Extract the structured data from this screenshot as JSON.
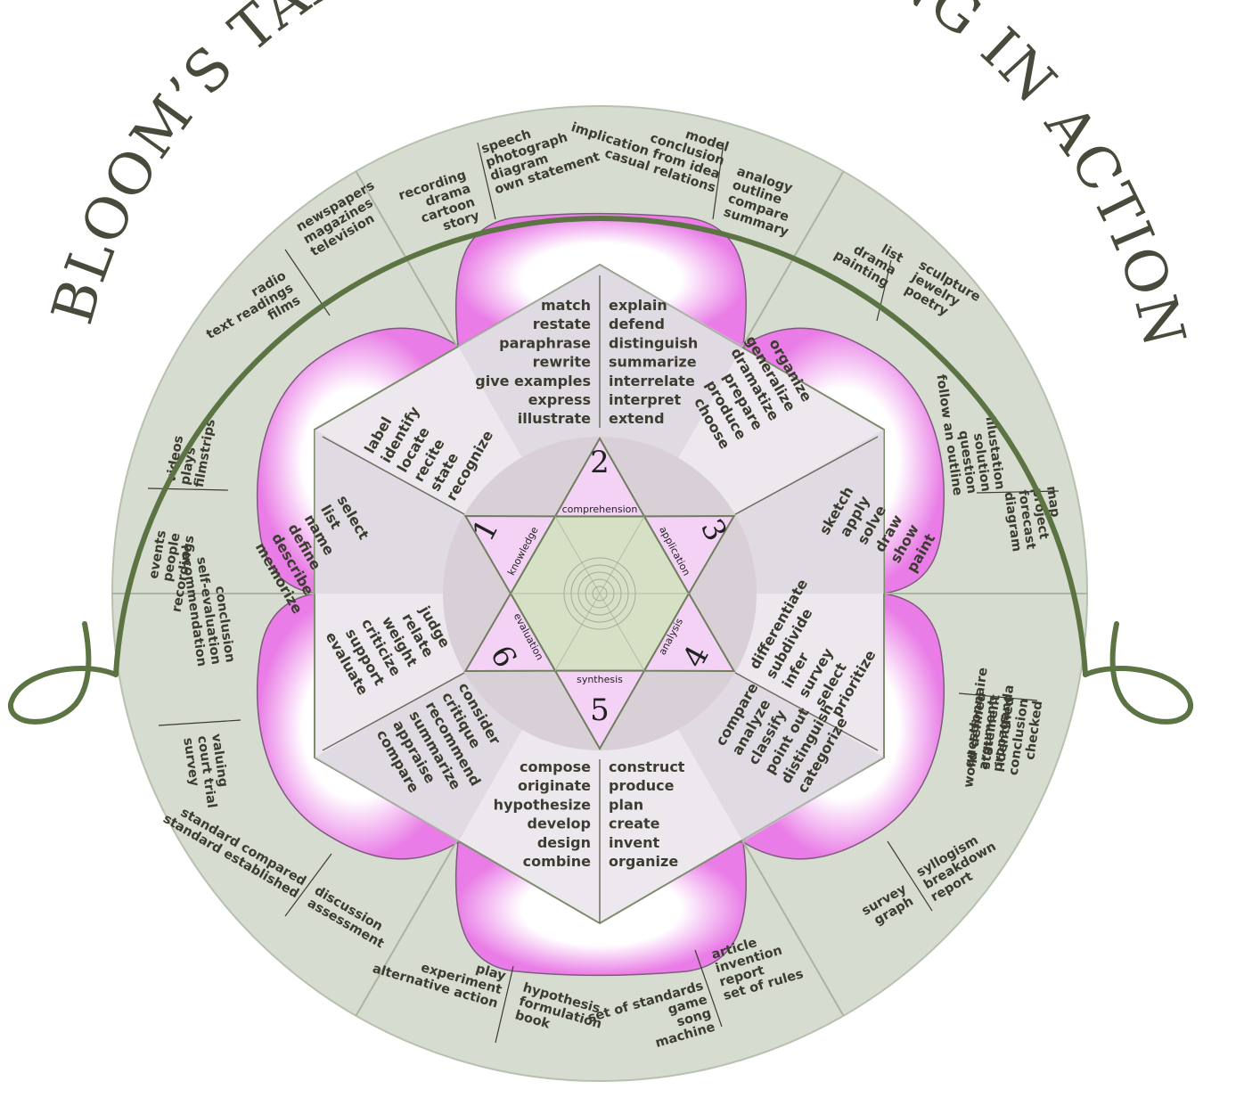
{
  "title": "BLOOM’S TAXONOMY - LEARNING IN ACTION",
  "colors": {
    "outer_disc": "#d6dcd0",
    "ring_line": "#5c7444",
    "petal": "#e97ce6",
    "hexagon": "#ede7ee",
    "center_circle": "#d8d0d6",
    "inner_hexagon": "#d6e0c4",
    "triangle": "#f3d2f6",
    "title": "#4a4a3c"
  },
  "levels": [
    {
      "number": "1",
      "name": "knowledge"
    },
    {
      "number": "2",
      "name": "comprehension"
    },
    {
      "number": "3",
      "name": "application"
    },
    {
      "number": "4",
      "name": "analysis"
    },
    {
      "number": "5",
      "name": "synthesis"
    },
    {
      "number": "6",
      "name": "evaluation"
    }
  ],
  "verbs": {
    "comprehension": {
      "left": [
        "match",
        "restate",
        "paraphrase",
        "rewrite",
        "give examples",
        "express",
        "illustrate"
      ],
      "right": [
        "explain",
        "defend",
        "distinguish",
        "summarize",
        "interrelate",
        "interpret",
        "extend"
      ]
    },
    "synthesis": {
      "left": [
        "compose",
        "originate",
        "hypothesize",
        "develop",
        "design",
        "combine"
      ],
      "right": [
        "construct",
        "produce",
        "plan",
        "create",
        "invent",
        "organize"
      ]
    },
    "knowledge": {
      "group1": [
        "label",
        "identify",
        "locate",
        "recite",
        "state",
        "recognize"
      ],
      "group2": [
        "select",
        "list",
        "name",
        "define",
        "describe",
        "memorize"
      ]
    },
    "application": {
      "group1": [
        "organize",
        "generalize",
        "dramatize",
        "prepare",
        "produce",
        "choose"
      ],
      "group2": [
        "sketch",
        "apply",
        "solve",
        "draw",
        "show",
        "paint"
      ]
    },
    "analysis": {
      "group1": [
        "differentiate",
        "subdivide",
        "infer",
        "survey",
        "select",
        "prioritize"
      ],
      "group2": [
        "compare",
        "analyze",
        "classify",
        "point out",
        "distinguish",
        "categorize"
      ]
    },
    "evaluation": {
      "group1": [
        "judge",
        "relate",
        "weight",
        "criticize",
        "support",
        "evaluate"
      ],
      "group2": [
        "consider",
        "critique",
        "recommend",
        "summarize",
        "appraise",
        "compare"
      ]
    }
  },
  "products": {
    "top_left": {
      "left": [
        "recording",
        "drama",
        "cartoon",
        "story"
      ],
      "right": [
        "speech",
        "photograph",
        "diagram",
        "own statement"
      ]
    },
    "top_right": {
      "left": [
        "model",
        "conclusion",
        "implication from idea",
        "casual relations"
      ],
      "right": [
        "analogy",
        "outline",
        "compare",
        "summary"
      ]
    },
    "upper_left_a": {
      "left": [
        "radio",
        "text readings",
        "films"
      ],
      "right": [
        "newspapers",
        "magazines",
        "television"
      ]
    },
    "upper_left_b": {
      "left": [
        "events",
        "people",
        "recordings"
      ],
      "right": [
        "videos",
        "plays",
        "filmstrips"
      ]
    },
    "upper_right_a": {
      "left": [
        "list",
        "drama",
        "painting"
      ],
      "right": [
        "sculpture",
        "jewelry",
        "poetry"
      ]
    },
    "upper_right_b": {
      "left": [
        "illustation",
        "solution",
        "question",
        "follow an outline"
      ],
      "right": [
        "map",
        "project",
        "forecast",
        "diagram"
      ]
    },
    "lower_right_a": {
      "left": [
        "word defined",
        "statement",
        "identified",
        "conclusion",
        "checked"
      ],
      "right": [
        "questionnaire",
        "argument",
        "propaganda"
      ]
    },
    "lower_right_b": {
      "left": [
        "survey",
        "graph"
      ],
      "right": [
        "syllogism",
        "breakdown",
        "report"
      ]
    },
    "bottom_right": {
      "left": [
        "set of standards",
        "game",
        "song",
        "machine"
      ],
      "right": [
        "article",
        "invention",
        "report",
        "set of rules"
      ]
    },
    "bottom_left": {
      "left": [
        "play",
        "experiment",
        "alternative action"
      ],
      "right": [
        "hypothesis",
        "formulation",
        "book"
      ]
    },
    "lower_left_a": {
      "left": [
        "conclusion",
        "self-evaluation",
        "recommendation"
      ],
      "right": [
        "valuing",
        "court trial",
        "survey"
      ]
    },
    "lower_left_b": {
      "left": [
        "standard compared",
        "standard established"
      ],
      "right": [
        "discussion",
        "assessment"
      ]
    }
  }
}
